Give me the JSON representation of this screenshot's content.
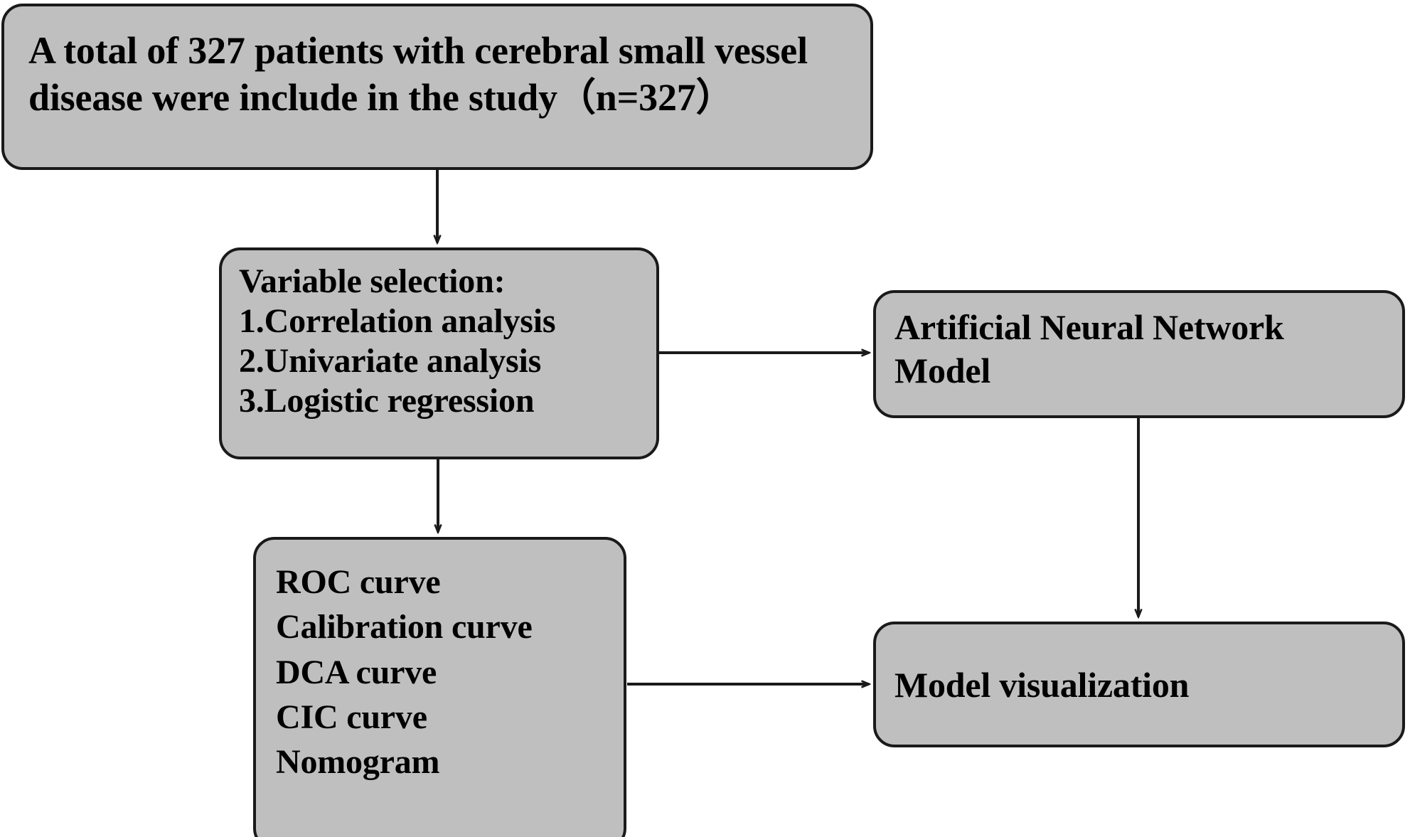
{
  "diagram": {
    "title": "Study workflow flowchart",
    "background_color": "#ffffff",
    "node_fill_color": "#bfbfbf",
    "node_border_color": "#1a1a1a",
    "connector_color": "#1a1a1a"
  },
  "nodes": {
    "cohort": {
      "id": "cohort",
      "lines": [
        "A total of 327 patients with cerebral small vessel",
        "disease were include in the study（n=327）"
      ],
      "line1": "A total of 327 patients with cerebral small vessel",
      "line2": "disease were include in the study（n=327）",
      "sample_size": "n=327"
    },
    "variable_selection": {
      "id": "variable-selection",
      "heading": "Variable selection:",
      "items": [
        "1.Correlation analysis",
        "2.Univariate analysis",
        "3.Logistic regression"
      ],
      "item1": "1.Correlation analysis",
      "item2": "2.Univariate analysis",
      "item3": "3.Logistic regression"
    },
    "ann_model": {
      "id": "ann-model",
      "lines": [
        "Artificial Neural Network",
        "Model"
      ],
      "line1": "Artificial Neural Network",
      "line2": "Model"
    },
    "evaluation": {
      "id": "evaluation",
      "items": [
        "ROC curve",
        "Calibration curve",
        "DCA curve",
        "CIC curve",
        "Nomogram"
      ],
      "item1": "ROC curve",
      "item2": "Calibration curve",
      "item3": "DCA curve",
      "item4": "CIC curve",
      "item5": "Nomogram"
    },
    "model_visualization": {
      "id": "model-visualization",
      "label": "Model visualization"
    }
  },
  "connectors": [
    {
      "id": "cohort-to-variable-selection",
      "from": "cohort",
      "to": "variable_selection",
      "direction": "down"
    },
    {
      "id": "variable-selection-to-ann-model",
      "from": "variable_selection",
      "to": "ann_model",
      "direction": "right"
    },
    {
      "id": "variable-selection-to-evaluation",
      "from": "variable_selection",
      "to": "evaluation",
      "direction": "down"
    },
    {
      "id": "ann-model-to-model-visualization",
      "from": "ann_model",
      "to": "model_visualization",
      "direction": "down"
    },
    {
      "id": "evaluation-to-model-visualization",
      "from": "evaluation",
      "to": "model_visualization",
      "direction": "right"
    }
  ]
}
